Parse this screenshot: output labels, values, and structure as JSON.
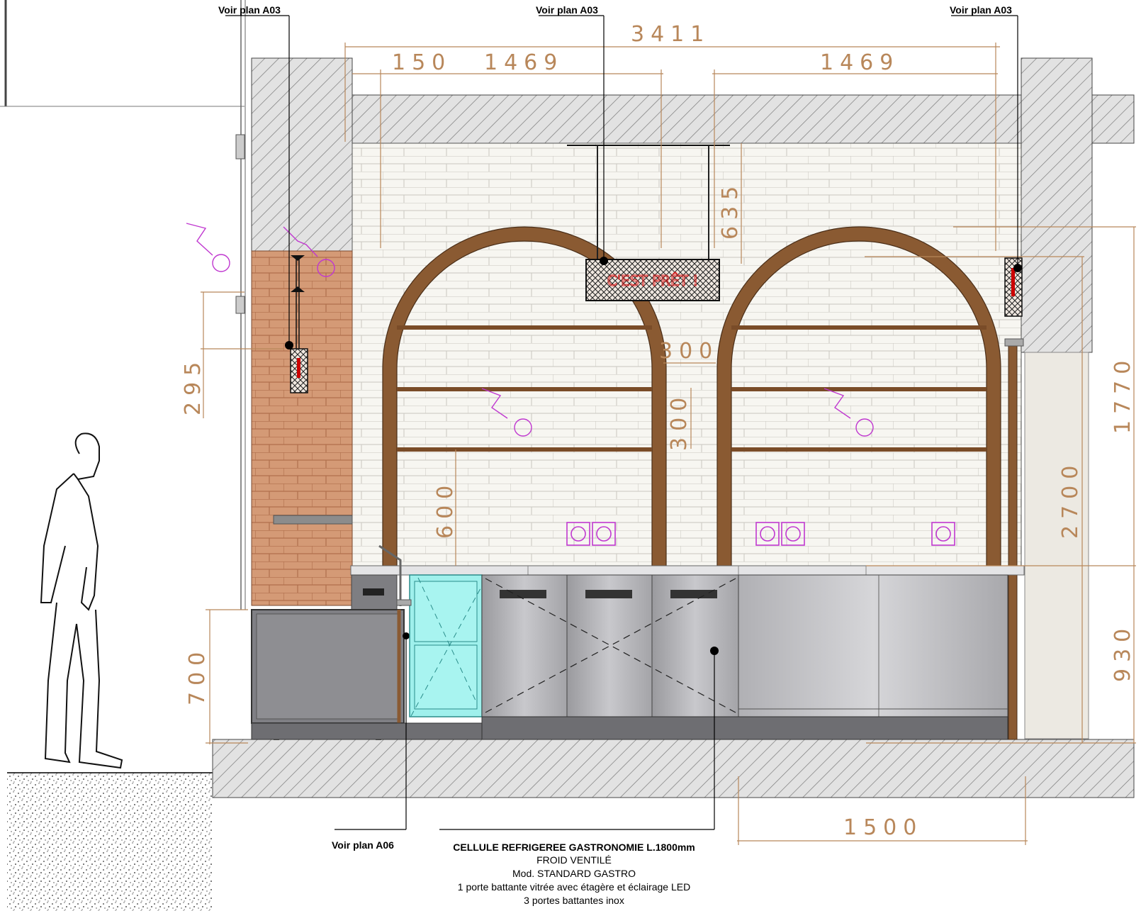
{
  "references": {
    "top_left": "Voir plan A03",
    "top_center": "Voir plan A03",
    "top_right": "Voir plan A03",
    "bottom": "Voir plan A06"
  },
  "dimensions": {
    "total_width": "3411",
    "left_offset": "150",
    "left_arch": "1469",
    "right_arch": "1469",
    "suspension": "635",
    "arch_gap": "300",
    "shelf_spacing": "300",
    "shelf_height": "600",
    "brick_height": "295",
    "counter_low": "700",
    "side_height": "1770",
    "ceiling_height": "2700",
    "counter_height": "930",
    "cabinet_width": "1500"
  },
  "sign": {
    "text": "C'EST PRÊT !"
  },
  "equipment": {
    "title": "CELLULE REFRIGEREE GASTRONOMIE L.1800mm",
    "lines": [
      "FROID VENTILÉ",
      "Mod. STANDARD GASTRO",
      "1 porte battante vitrée avec étagère et éclairage LED",
      "3 portes battantes inox"
    ]
  },
  "colors": {
    "dimension": "#b8875a",
    "arch_wood": "#8a5a32",
    "brick": "#d49a76",
    "tile": "#f7f6f1",
    "hatch": "#777777",
    "glass": "#9ff0ec",
    "electrical": "#c038d0"
  },
  "icons": [
    "person-silhouette-icon",
    "power-outlet-icon",
    "lamp-icon",
    "electrical-symbol-icon"
  ]
}
